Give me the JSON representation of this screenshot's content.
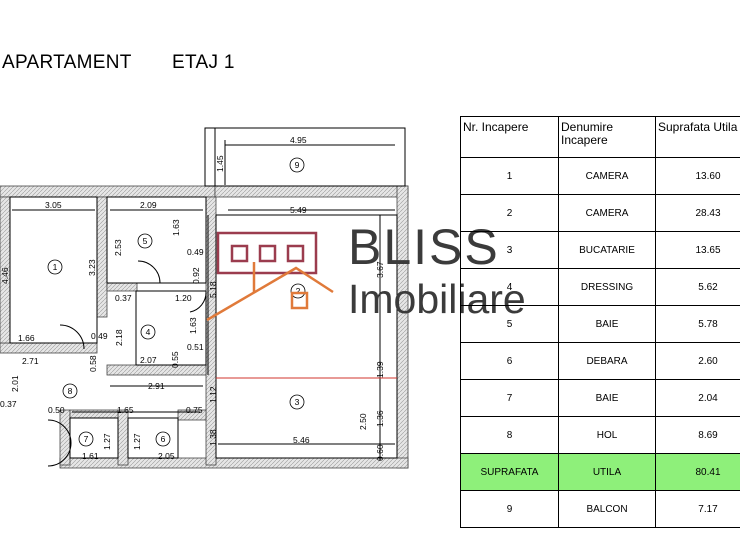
{
  "header": {
    "title": "APARTAMENT",
    "floor": "ETAJ 1"
  },
  "logo": {
    "brand": "BLISS",
    "sub": "Imobiliare",
    "colors": {
      "house": "#9b3c4e",
      "roof": "#e07a3a",
      "text": "#3b3b3b"
    }
  },
  "plan": {
    "room_numbers": [
      "1",
      "2",
      "3",
      "4",
      "5",
      "6",
      "7",
      "8",
      "9"
    ],
    "dimensions": {
      "balcony_width": "4.95",
      "balcony_depth": "1.45",
      "r1_width": "3.05",
      "r1_height": "4.46",
      "r1_side": "3.23",
      "r1_bottom": "1.66",
      "r5_width": "2.09",
      "r5_height": "2.53",
      "r5_side": "1.63",
      "r5_notch": "0.49",
      "wall_092": "0.92",
      "r4_top": "1.20",
      "r4_left": "2.18",
      "r4_right": "1.63",
      "r4_gap": "0.37",
      "r4_bottom": "2.07",
      "r4_051": "0.51",
      "r4_055": "0.55",
      "r2_width": "5.49",
      "r2_height": "3.67",
      "r2_left": "5.18",
      "hall_049": "0.49",
      "hall_271": "2.71",
      "hall_058": "0.58",
      "hall_291": "2.91",
      "hall_112": "1.12",
      "hall_201": "2.01",
      "hall_037": "0.37",
      "hall_050": "0.50",
      "hall_165": "1.65",
      "hall_075": "0.75",
      "r7_127": "1.27",
      "r7_161": "1.61",
      "r6_127": "1.27",
      "r6_205": "2.05",
      "r3_138": "1.38",
      "r3_546": "5.46",
      "r3_250": "2.50",
      "r3_139": "1.39",
      "r3_136": "1.36",
      "r3_060": "0.60"
    }
  },
  "table": {
    "headers": [
      "Nr. Incapere",
      "Denumire Incapere",
      "Suprafata Utila mp"
    ],
    "rows": [
      {
        "nr": "1",
        "name": "CAMERA",
        "area": "13.60",
        "highlight": false
      },
      {
        "nr": "2",
        "name": "CAMERA",
        "area": "28.43",
        "highlight": false
      },
      {
        "nr": "3",
        "name": "BUCATARIE",
        "area": "13.65",
        "highlight": false
      },
      {
        "nr": "4",
        "name": "DRESSING",
        "area": "5.62",
        "highlight": false
      },
      {
        "nr": "5",
        "name": "BAIE",
        "area": "5.78",
        "highlight": false
      },
      {
        "nr": "6",
        "name": "DEBARA",
        "area": "2.60",
        "highlight": false
      },
      {
        "nr": "7",
        "name": "BAIE",
        "area": "2.04",
        "highlight": false
      },
      {
        "nr": "8",
        "name": "HOL",
        "area": "8.69",
        "highlight": false
      },
      {
        "nr": "SUPRAFATA",
        "name": "UTILA",
        "area": "80.41",
        "highlight": true
      },
      {
        "nr": "9",
        "name": "BALCON",
        "area": "7.17",
        "highlight": false
      }
    ],
    "highlight_color": "#8ef07a"
  }
}
